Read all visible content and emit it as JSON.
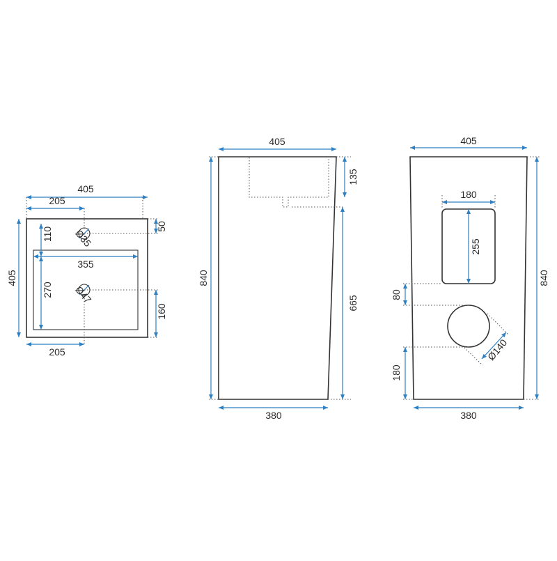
{
  "colors": {
    "dimension_line": "#2f7fc1",
    "outline": "#333333",
    "extension_line": "#555555",
    "background": "#ffffff"
  },
  "top_view": {
    "width": "405",
    "tap_offset": "205",
    "tap_from_top": "50",
    "depth": "405",
    "tap_hole_offset": "110",
    "basin_width": "355",
    "basin_depth": "270",
    "drain_from_bottom": "160",
    "drain_offset": "205",
    "tap_hole_diameter": "Ø35",
    "drain_diameter": "Ø47"
  },
  "side_view": {
    "top_width": "405",
    "basin_depth": "135",
    "height": "840",
    "lower_height": "665",
    "bottom_width": "380"
  },
  "back_view": {
    "top_width": "405",
    "opening_width": "180",
    "opening_height": "255",
    "opening_gap": "80",
    "pipe_diameter": "Ø140",
    "pipe_from_bottom": "180",
    "height": "840",
    "bottom_width": "380"
  }
}
